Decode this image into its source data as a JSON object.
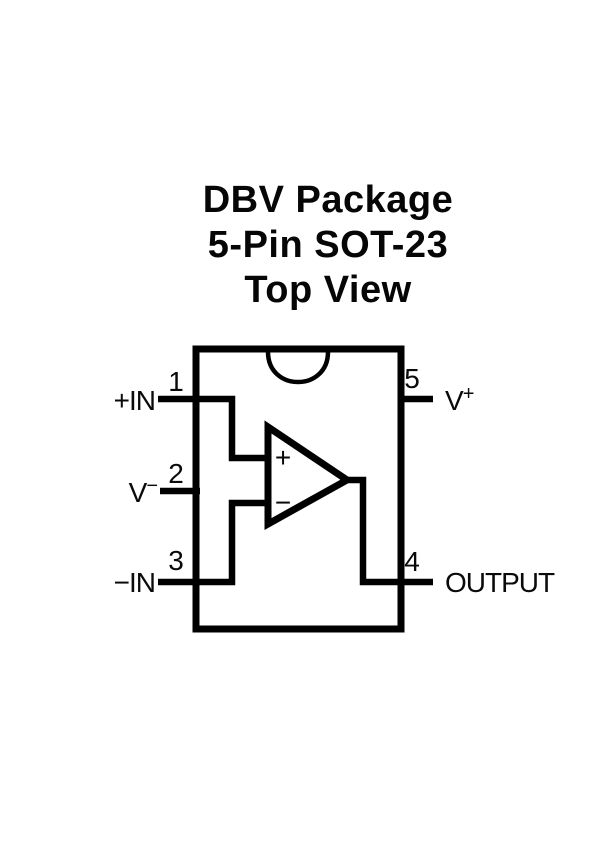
{
  "title": {
    "line1": "DBV Package",
    "line2": "5-Pin SOT-23",
    "line3": "Top View"
  },
  "pins": [
    {
      "number": "1",
      "label": "+IN",
      "side": "left"
    },
    {
      "number": "2",
      "label": "V",
      "label_sup": "−",
      "side": "left"
    },
    {
      "number": "3",
      "label": "−IN",
      "side": "left"
    },
    {
      "number": "4",
      "label": "OUTPUT",
      "side": "right"
    },
    {
      "number": "5",
      "label": "V",
      "label_sup": "+",
      "side": "right"
    }
  ],
  "opamp": {
    "noninverting_sign": "+",
    "inverting_sign": "−"
  },
  "colors": {
    "line": "#000000",
    "background": "#ffffff",
    "text": "#000000"
  }
}
